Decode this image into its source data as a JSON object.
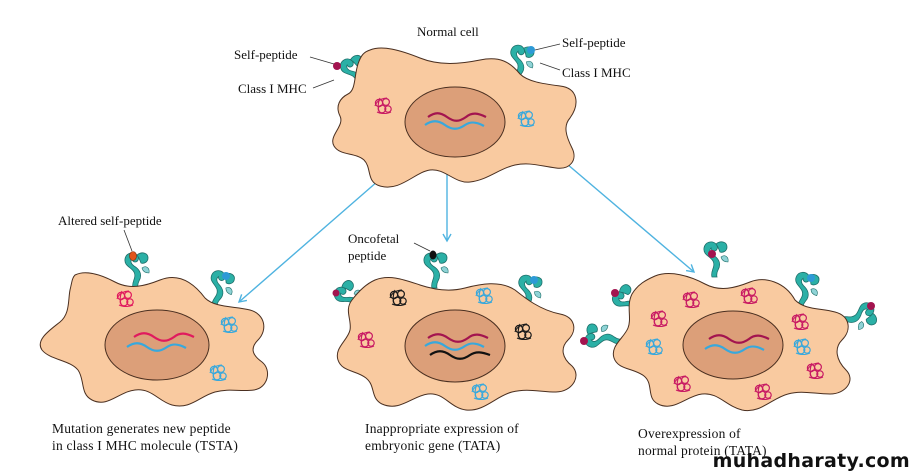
{
  "diagram": {
    "title": "Normal cell",
    "colors": {
      "cytoplasm": "#f9caa0",
      "nucleus": "#dc9f79",
      "outline": "#4a2f20",
      "mhc": "#2bb0a6",
      "mhc_light": "#8fd3d6",
      "arrow": "#4fb3e0",
      "self_peptide_dark": "#a3144f",
      "self_peptide_blue": "#2e9ad6",
      "altered_peptide": "#e0541b",
      "oncofetal_peptide": "#111111",
      "protein_magenta": "#c81a63",
      "protein_blue": "#38a8dc",
      "protein_black": "#1a1a1a"
    },
    "normal_cell": {
      "label": "Normal cell",
      "left_labels": {
        "peptide": "Self-peptide",
        "mhc": "Class I MHC"
      },
      "right_labels": {
        "peptide": "Self-peptide",
        "mhc": "Class I MHC"
      }
    },
    "panels": [
      {
        "id": "mutation",
        "annotation": "Altered self-peptide",
        "caption_line1": "Mutation generates new peptide",
        "caption_line2": "in class I MHC molecule (TSTA)"
      },
      {
        "id": "embryonic",
        "annotation_line1": "Oncofetal",
        "annotation_line2": "peptide",
        "caption_line1": "Inappropriate expression of",
        "caption_line2": "embryonic gene (TATA)"
      },
      {
        "id": "overexpression",
        "caption_line1": "Overexpression of",
        "caption_line2": "normal protein (TATA)"
      }
    ]
  },
  "watermark": "muhadharaty.com"
}
